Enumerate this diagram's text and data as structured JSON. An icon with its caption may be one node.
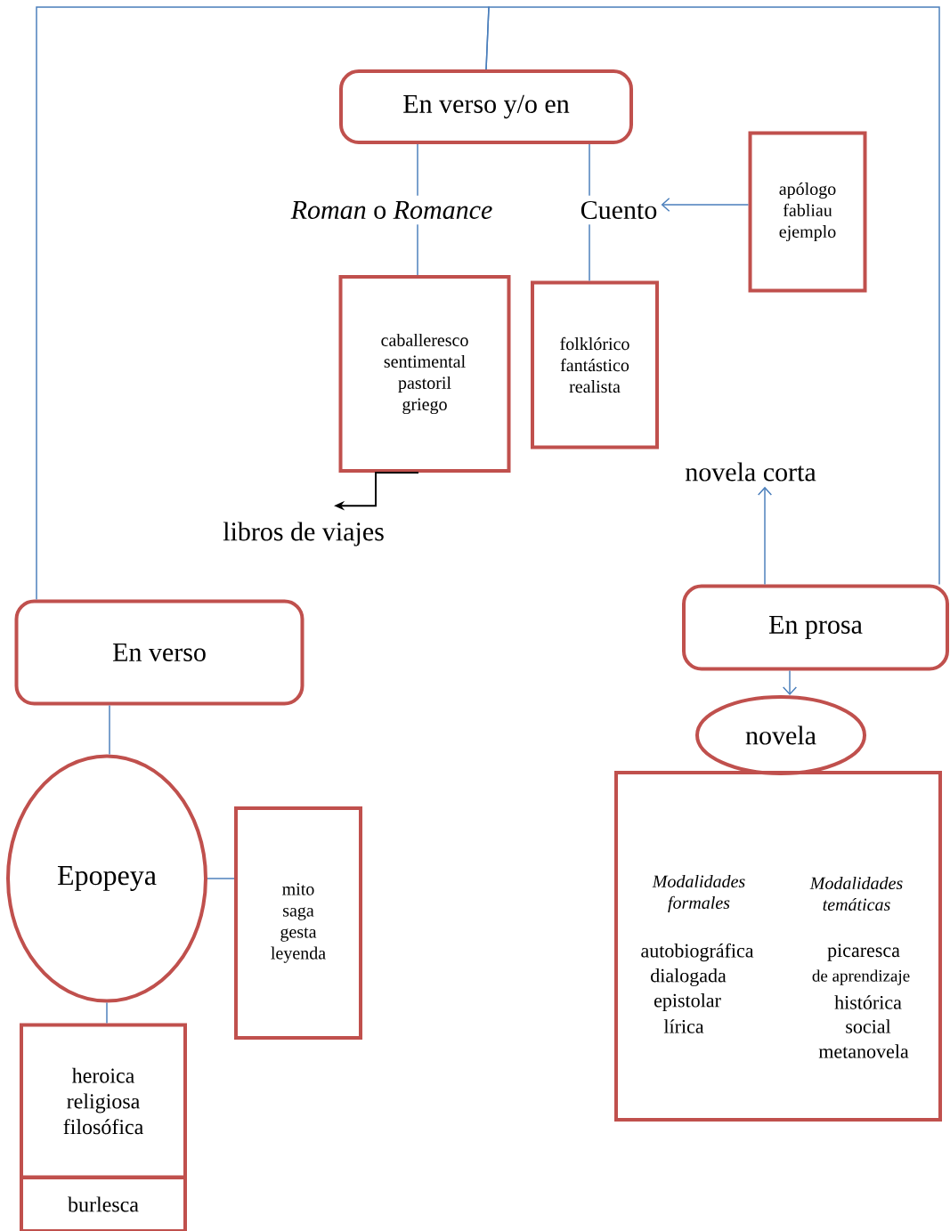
{
  "diagram": {
    "nodes": [
      {
        "text": [
          "En verso y/o en"
        ]
      },
      {
        "text": [
          "*Roman* o *Romance*"
        ]
      },
      {
        "text": [
          "Cuento"
        ]
      },
      {
        "text": [
          "apólogo",
          "fabliau",
          "ejemplo"
        ]
      },
      {
        "text": [
          "caballeresco",
          "sentimental",
          "pastoril",
          "griego"
        ]
      },
      {
        "text": [
          "folklórico",
          "fantástico",
          "realista"
        ]
      },
      {
        "text": [
          "novela corta"
        ]
      },
      {
        "text": [
          "libros de viajes"
        ]
      },
      {
        "text": [
          "En verso"
        ]
      },
      {
        "text": [
          "En prosa"
        ]
      },
      {
        "text": [
          "Epopeya"
        ]
      },
      {
        "text": [
          "mito",
          "saga",
          "gesta",
          "leyenda"
        ]
      },
      {
        "text": [
          "novela"
        ]
      },
      {
        "text": [
          "Modalidades formales",
          "autobiográfica",
          "dialogada",
          "epistolar",
          "lírica",
          "Modalidades temáticas",
          "picaresca",
          "de aprendizaje",
          "histórica",
          "social",
          "metanovela"
        ]
      },
      {
        "text": [
          "heroica",
          "religiosa",
          "filosófica"
        ]
      },
      {
        "text": [
          "burlesca"
        ]
      }
    ],
    "edges": [
      {
        "from": 0,
        "to": 8,
        "arrow": "none"
      },
      {
        "from": 0,
        "to": 9,
        "arrow": "none"
      },
      {
        "from": 0,
        "to": 1,
        "arrow": "none"
      },
      {
        "from": 1,
        "to": 4,
        "arrow": "none"
      },
      {
        "from": 0,
        "to": 2,
        "arrow": "none"
      },
      {
        "from": 2,
        "to": 5,
        "arrow": "none"
      },
      {
        "from": 3,
        "to": 2,
        "arrow": "to"
      },
      {
        "from": 4,
        "to": 7,
        "arrow": "to",
        "color": "#000000"
      },
      {
        "from": 9,
        "to": 6,
        "arrow": "to"
      },
      {
        "from": 9,
        "to": 12,
        "arrow": "to"
      },
      {
        "from": 8,
        "to": 10,
        "arrow": "none"
      },
      {
        "from": 10,
        "to": 11,
        "arrow": "none"
      },
      {
        "from": 10,
        "to": 14,
        "arrow": "none"
      }
    ]
  }
}
